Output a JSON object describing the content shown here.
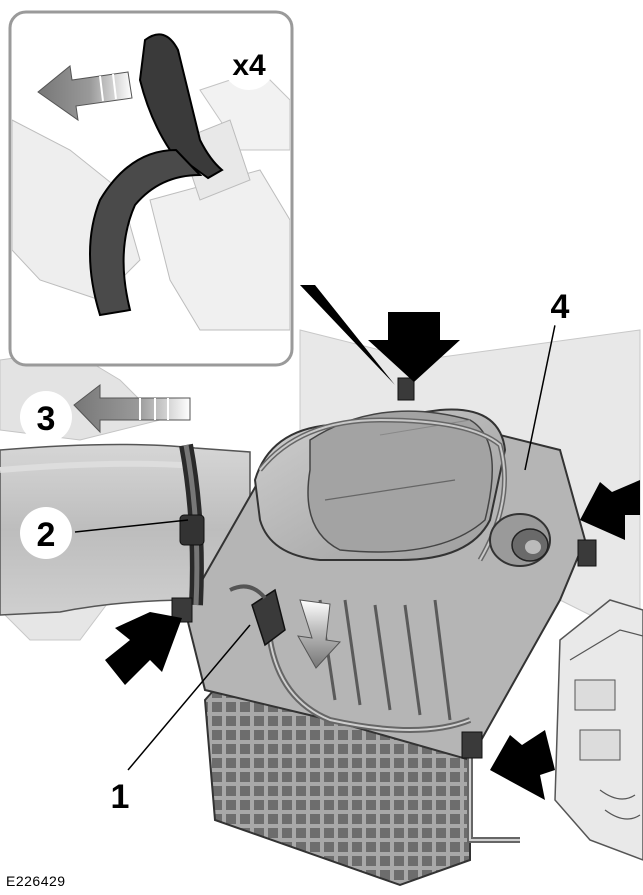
{
  "inset": {
    "quantity_label": "x4"
  },
  "callouts": {
    "c1": "1",
    "c2": "2",
    "c3": "3",
    "c4": "4"
  },
  "figure_id": "E226429",
  "colors": {
    "line": "#000000",
    "body_fill": "#b9b9b9",
    "body_light": "#d4d4d4",
    "body_dark": "#8a8a8a",
    "clip_fill": "#4a4a4a",
    "background_parts": "#e4e4e4",
    "inset_border": "#9a9a9a",
    "arrow_fill": "#000000",
    "direction_arrow_fill": "#6a6a6a"
  },
  "icons": {
    "push_arrow": "arrow-down-black",
    "direction_arrow": "arrow-left-gradient",
    "release_clip": "spring-clip"
  }
}
